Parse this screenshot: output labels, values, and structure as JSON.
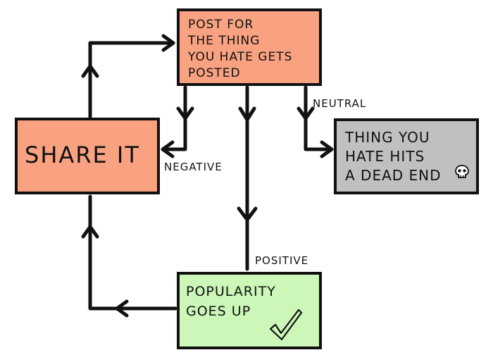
{
  "nodes": {
    "post": {
      "text": "POST FOR\nTHE THING\nYOU HATE GETS\nPOSTED",
      "color": "#f9a281"
    },
    "share": {
      "text": "SHARE IT",
      "color": "#f9a281"
    },
    "dead_end": {
      "text": "THING YOU\nHATE HITS\nA DEAD END",
      "color": "#c0c0c0",
      "icon": "skull-icon"
    },
    "popularity": {
      "text": "POPULARITY\nGOES UP",
      "color": "#ccf7b8",
      "icon": "checkmark-icon"
    }
  },
  "edges": {
    "negative": "NEGATIVE",
    "neutral": "NEUTRAL",
    "positive": "POSITIVE"
  },
  "line_color": "#111111"
}
